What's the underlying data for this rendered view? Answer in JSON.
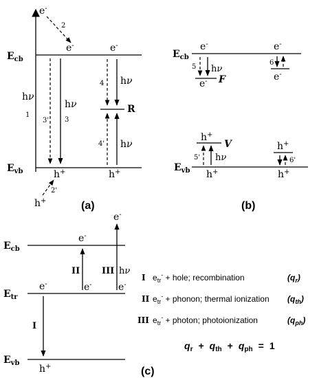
{
  "panel_a": {
    "caption": "(a)",
    "ecb": "E",
    "ecb_sub": "cb",
    "evb": "E",
    "evb_sub": "vb",
    "electron": "e",
    "hole": "h",
    "minus": "-",
    "plus": "+",
    "hv": "h",
    "nu": "ν",
    "recomb_center": "R",
    "n1": "1",
    "n2": "2",
    "n2p": "2'",
    "n3": "3",
    "n3p": "3'",
    "n4": "4",
    "n4p": "4'"
  },
  "panel_b": {
    "caption": "(b)",
    "ecb": "E",
    "ecb_sub": "cb",
    "evb": "E",
    "evb_sub": "vb",
    "F": "F",
    "V": "V",
    "n5": "5",
    "n5p": "5'",
    "n6": "6",
    "n6p": "6'"
  },
  "panel_c": {
    "caption": "(c)",
    "ecb": "E",
    "ecb_sub": "cb",
    "etr": "E",
    "etr_sub": "tr",
    "evb": "E",
    "evb_sub": "vb",
    "roman_I": "I",
    "roman_II": "II",
    "roman_III": "III",
    "legend": [
      {
        "num": "I",
        "etr": "e",
        "sub": "tr",
        "sup": "-",
        "text": " + hole; recombination",
        "q": "q",
        "qsub": "r"
      },
      {
        "num": "II",
        "etr": "e",
        "sub": "tr",
        "sup": "-",
        "text": " + phonon;  thermal ionization",
        "q": "q",
        "qsub": "th"
      },
      {
        "num": "III",
        "etr": "e",
        "sub": "tr",
        "sup": "-",
        "text": " + photon; photoionization",
        "q": "q",
        "qsub": "ph"
      }
    ],
    "equation": {
      "q": "q",
      "r": "r",
      "th": "th",
      "ph": "ph",
      "plus": "+",
      "eq": "=",
      "one": "1"
    }
  }
}
